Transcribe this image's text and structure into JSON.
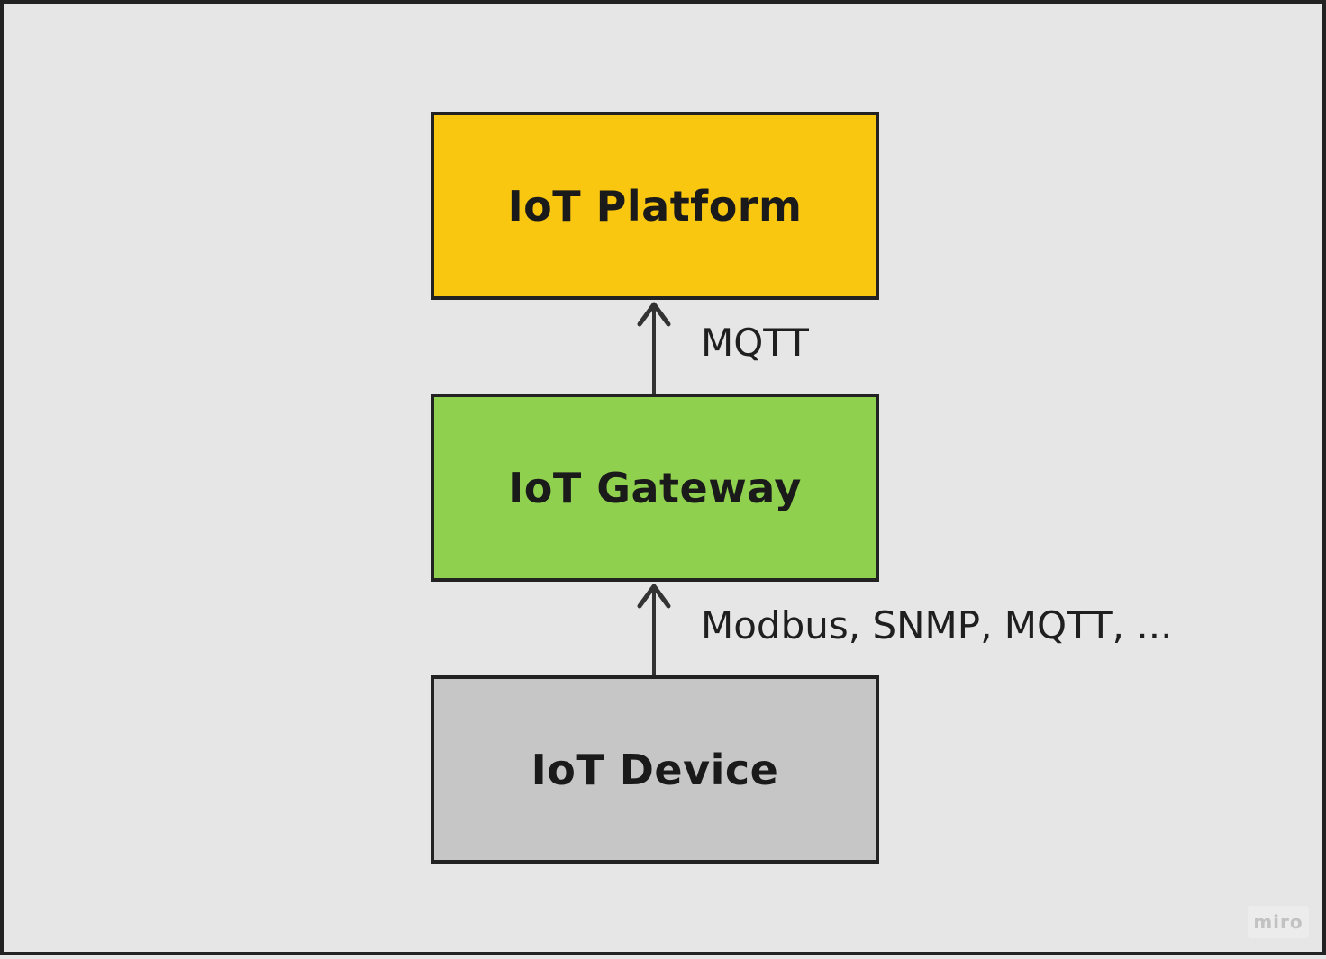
{
  "nodes": {
    "platform": {
      "label": "IoT Platform",
      "color": "#fac710"
    },
    "gateway": {
      "label": "IoT Gateway",
      "color": "#8fd14f"
    },
    "device": {
      "label": "IoT Device",
      "color": "#c6c6c6"
    }
  },
  "edges": {
    "gateway_to_platform": {
      "label": "MQTT"
    },
    "device_to_gateway": {
      "label": "Modbus, SNMP, MQTT, ..."
    }
  },
  "watermark": "miro",
  "colors": {
    "background": "#e6e6e6",
    "stroke": "#222222",
    "arrow": "#333333"
  }
}
